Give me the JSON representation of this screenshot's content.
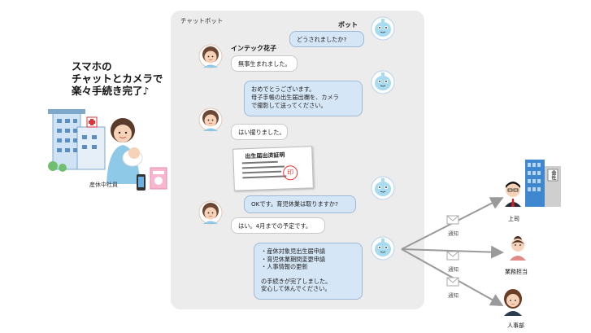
{
  "headline": {
    "line1": "スマホの",
    "line2": "チャットとカメラで",
    "line3": "楽々手続き完了♪"
  },
  "employee_caption": "産休中社員",
  "chat": {
    "title": "チャットボット",
    "bot_name": "ボット",
    "user_name": "インテック花子",
    "messages": [
      {
        "from": "bot",
        "lines": [
          "どうされましたか?"
        ]
      },
      {
        "from": "user",
        "lines": [
          "無事生まれました。"
        ]
      },
      {
        "from": "bot",
        "lines": [
          "おめでとうございます。",
          "母子手帳の出生届出欄を、カメラ",
          "で撮影して送ってください。"
        ]
      },
      {
        "from": "user",
        "lines": [
          "はい撮りました。"
        ]
      },
      {
        "from": "bot",
        "lines": [
          "OKです。育児休業は取りますか?"
        ]
      },
      {
        "from": "user",
        "lines": [
          "はい。4月までの予定です。"
        ]
      },
      {
        "from": "bot",
        "lines": [
          "・産休対象児出生届申請",
          "・育児休業期間変更申請",
          "・人事情報の更新",
          "",
          "の手続きが完了しました。",
          "安心して休んでください。"
        ]
      }
    ],
    "certificate": {
      "title": "出生届出済証明",
      "stamp": "印"
    }
  },
  "company_sign": "会社",
  "notifications": [
    {
      "label": "通知",
      "recipient": "上司"
    },
    {
      "label": "通知",
      "recipient": "業務担当"
    },
    {
      "label": "通知",
      "recipient": "人事部"
    }
  ],
  "colors": {
    "panel_bg": "#ececec",
    "bot_bubble": "#d5e6f7",
    "user_bubble": "#ffffff",
    "arrow": "#9a9a9a"
  }
}
